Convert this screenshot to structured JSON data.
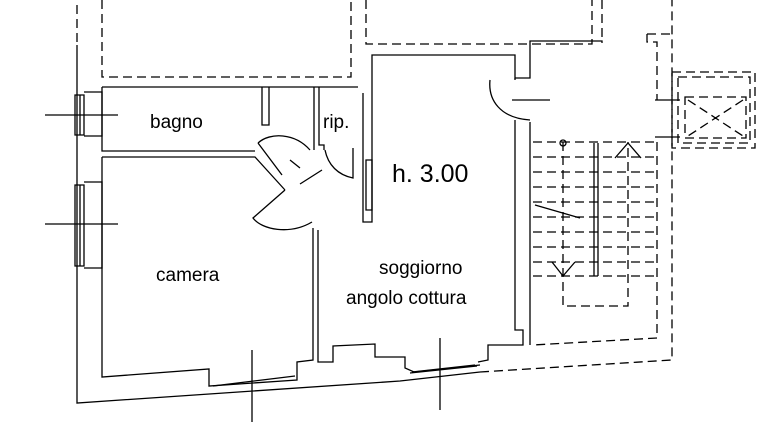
{
  "rooms": {
    "bathroom": "bagno",
    "storage": "rip.",
    "bedroom": "camera",
    "living_line1": "soggiorno",
    "living_line2": "angolo cottura"
  },
  "ceiling_height": "h. 3.00",
  "colors": {
    "line": "#000000",
    "background": "#ffffff"
  }
}
